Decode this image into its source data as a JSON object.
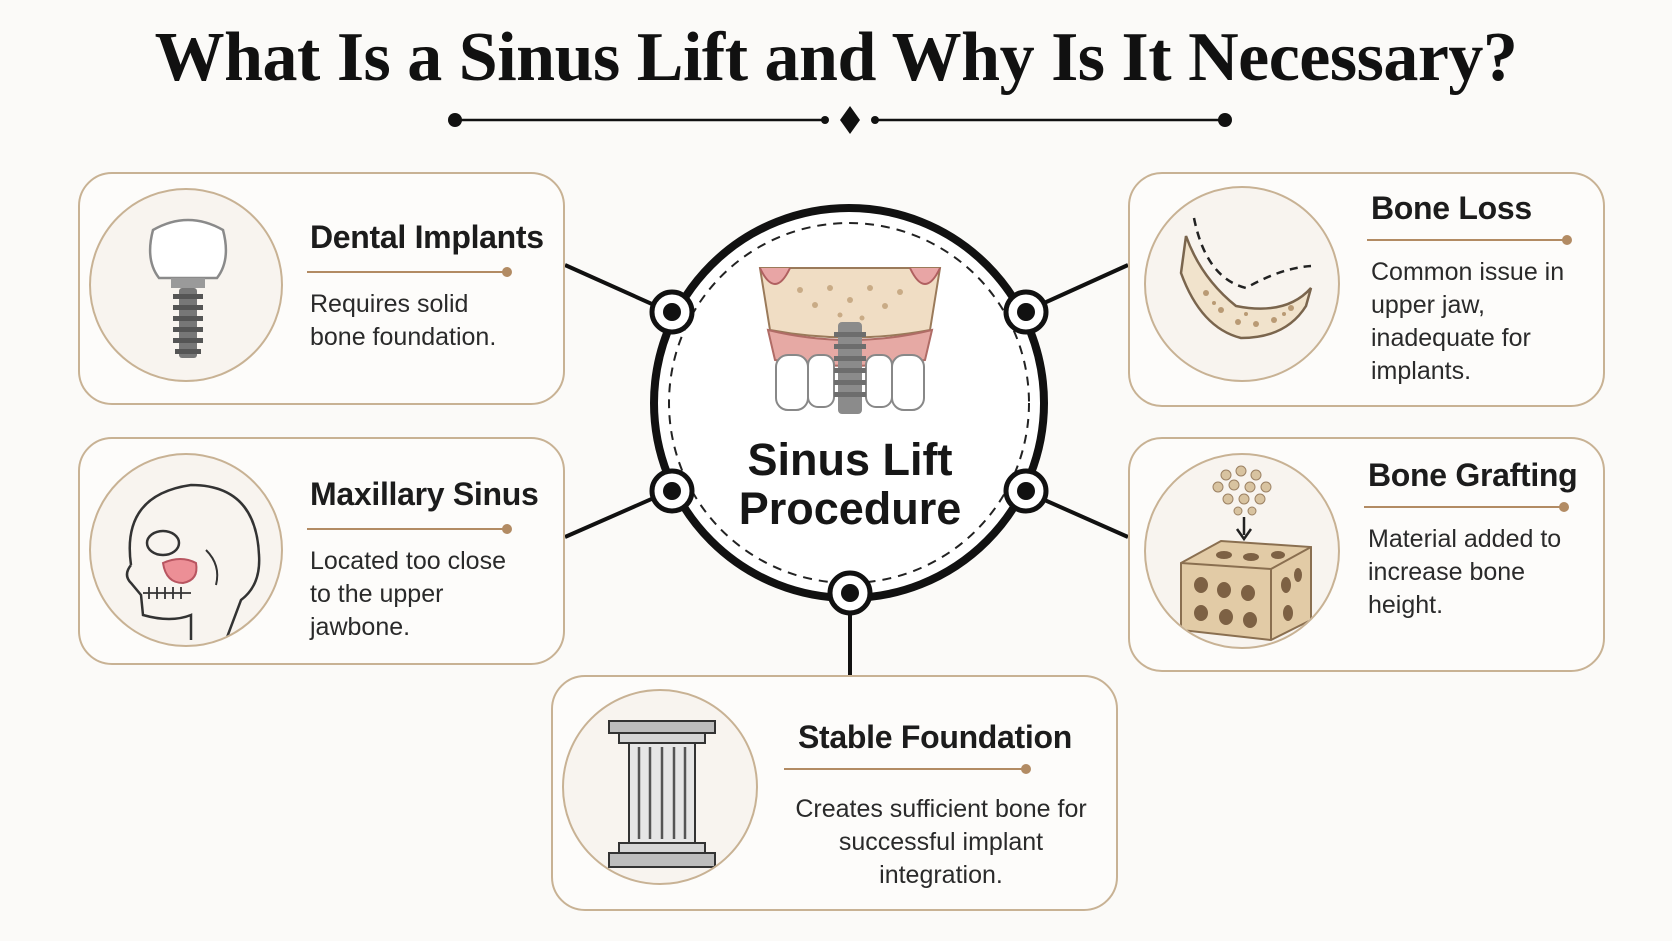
{
  "title": "What Is a Sinus Lift and Why Is It Necessary?",
  "hub": {
    "line1": "Sinus Lift",
    "line2": "Procedure",
    "icon": "maxilla-implant-cross-section-icon"
  },
  "cards": {
    "dental_implants": {
      "title": "Dental Implants",
      "description": "Requires solid bone foundation.",
      "icon": "dental-implant-icon"
    },
    "maxillary_sinus": {
      "title": "Maxillary Sinus",
      "description": "Located too close to the upper jawbone.",
      "icon": "skull-sinus-icon"
    },
    "bone_loss": {
      "title": "Bone Loss",
      "description": "Common issue in upper jaw, inadequate for implants.",
      "icon": "jawbone-loss-icon"
    },
    "bone_grafting": {
      "title": "Bone Grafting",
      "description": "Material added to increase bone height.",
      "icon": "bone-graft-block-icon"
    },
    "stable_foundation": {
      "title": "Stable Foundation",
      "description": "Creates sufficient bone for successful implant integration.",
      "icon": "pillar-icon"
    }
  },
  "colors": {
    "card_border": "#c8b294",
    "accent_rule": "#b28b63",
    "connector": "#111111",
    "background": "#fbfaf8"
  }
}
